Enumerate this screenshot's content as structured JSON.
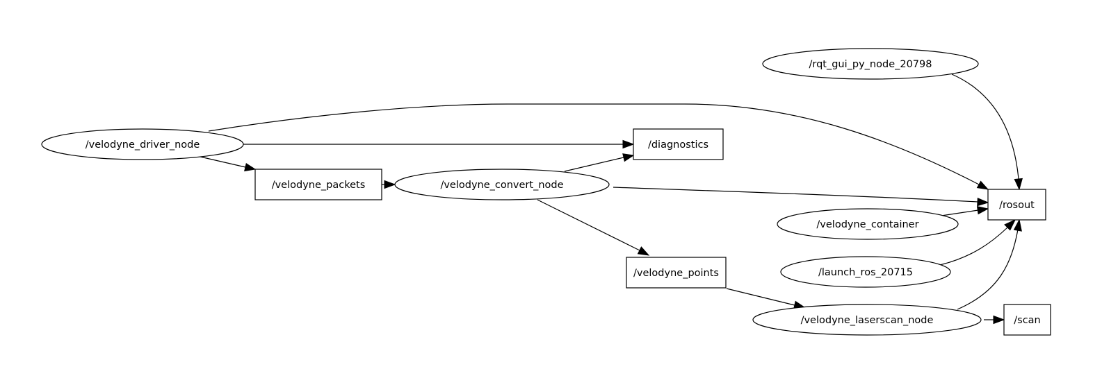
{
  "graph": {
    "nodes": [
      {
        "id": "rqt_gui",
        "label": "/rqt_gui_py_node_20798",
        "kind": "ellipse"
      },
      {
        "id": "driver",
        "label": "/velodyne_driver_node",
        "kind": "ellipse"
      },
      {
        "id": "diagnostics",
        "label": "/diagnostics",
        "kind": "box"
      },
      {
        "id": "packets",
        "label": "/velodyne_packets",
        "kind": "box"
      },
      {
        "id": "convert",
        "label": "/velodyne_convert_node",
        "kind": "ellipse"
      },
      {
        "id": "rosout",
        "label": "/rosout",
        "kind": "box"
      },
      {
        "id": "container",
        "label": "/velodyne_container",
        "kind": "ellipse"
      },
      {
        "id": "launch",
        "label": "/launch_ros_20715",
        "kind": "ellipse"
      },
      {
        "id": "points",
        "label": "/velodyne_points",
        "kind": "box"
      },
      {
        "id": "laserscan",
        "label": "/velodyne_laserscan_node",
        "kind": "ellipse"
      },
      {
        "id": "scan",
        "label": "/scan",
        "kind": "box"
      }
    ],
    "edges": [
      {
        "from": "driver",
        "to": "rosout"
      },
      {
        "from": "driver",
        "to": "diagnostics"
      },
      {
        "from": "driver",
        "to": "packets"
      },
      {
        "from": "packets",
        "to": "convert"
      },
      {
        "from": "convert",
        "to": "diagnostics"
      },
      {
        "from": "convert",
        "to": "rosout"
      },
      {
        "from": "convert",
        "to": "points"
      },
      {
        "from": "rqt_gui",
        "to": "rosout"
      },
      {
        "from": "container",
        "to": "rosout"
      },
      {
        "from": "launch",
        "to": "rosout"
      },
      {
        "from": "points",
        "to": "laserscan"
      },
      {
        "from": "laserscan",
        "to": "rosout"
      },
      {
        "from": "laserscan",
        "to": "scan"
      }
    ]
  }
}
